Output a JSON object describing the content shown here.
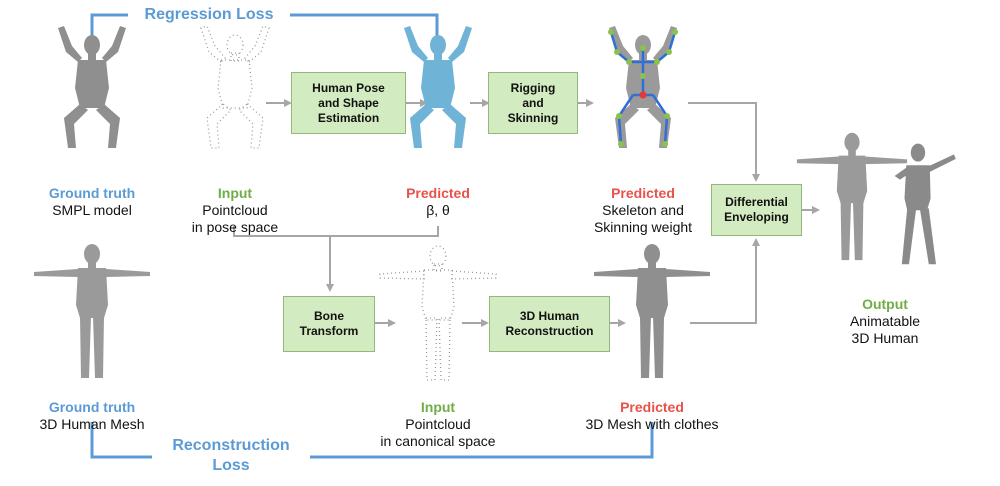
{
  "losses": {
    "regression": "Regression Loss",
    "reconstruction": "Reconstruction\nLoss"
  },
  "boxes": {
    "pose_shape": "Human Pose\nand Shape\nEstimation",
    "rigging": "Rigging\nand\nSkinning",
    "enveloping": "Differential\nEnveloping",
    "bone": "Bone\nTransform",
    "reconstruction": "3D Human\nReconstruction"
  },
  "captions": {
    "gt_smpl": {
      "key": "Ground truth",
      "text": "SMPL model"
    },
    "input_pose": {
      "key": "Input",
      "text": "Pointcloud\nin pose space"
    },
    "pred_params": {
      "key": "Predicted",
      "text": "β, θ"
    },
    "pred_skeleton": {
      "key": "Predicted",
      "text": "Skeleton and\nSkinning weight"
    },
    "output": {
      "key": "Output",
      "text": "Animatable\n3D Human"
    },
    "gt_mesh": {
      "key": "Ground truth",
      "text": "3D Human Mesh"
    },
    "input_canonical": {
      "key": "Input",
      "text": "Pointcloud\nin canonical space"
    },
    "pred_mesh": {
      "key": "Predicted",
      "text": "3D Mesh with clothes"
    }
  },
  "colors": {
    "loss_blue": "#5b9bd5",
    "input_green": "#70ad47",
    "predicted_red": "#e8524a",
    "box_fill": "#d3ebc1",
    "arrow_gray": "#a6a6a6",
    "mesh_gray": "#8f8f8f",
    "predicted_cloud": "#6fb3d6"
  },
  "icons": {
    "figures": [
      "human-mesh-icon",
      "pointcloud-figure-icon",
      "skeleton-figure-icon"
    ]
  }
}
